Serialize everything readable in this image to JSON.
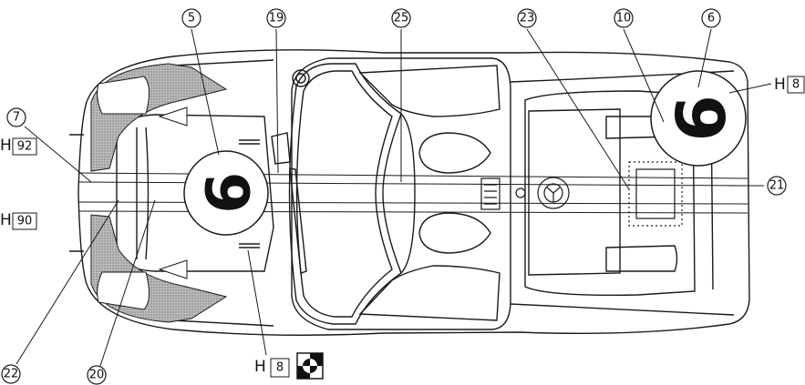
{
  "callouts": {
    "c5": "5",
    "c19": "19",
    "c25": "25",
    "c23": "23",
    "c10": "10",
    "c6": "6",
    "c7": "7",
    "c21": "21",
    "c22": "22",
    "c20": "20"
  },
  "color_codes": {
    "h92": {
      "prefix": "H",
      "number": "92"
    },
    "h90": {
      "prefix": "H",
      "number": "90"
    },
    "h8_right": {
      "prefix": "H",
      "number": "8"
    },
    "h8_bottom": {
      "prefix": "H",
      "number": "8"
    }
  },
  "roundels": {
    "front": "9",
    "rear": "9"
  },
  "colors": {
    "line": "#1a1a1a",
    "hatch": "#8a8a8a",
    "stripe": "#d9d9d9",
    "background": "#ffffff"
  }
}
